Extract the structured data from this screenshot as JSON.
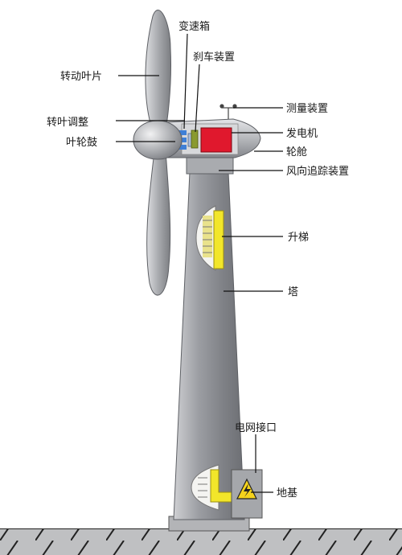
{
  "labels": {
    "rotating_blade": "转动叶片",
    "gearbox": "变速箱",
    "brake": "刹车装置",
    "blade_pitch": "转叶调整",
    "hub": "叶轮鼓",
    "measuring_device": "测量装置",
    "generator": "发电机",
    "nacelle": "轮舱",
    "yaw_system": "风向追踪装置",
    "ladder": "升梯",
    "tower": "塔",
    "grid_interface": "电网接口",
    "foundation": "地基"
  },
  "colors": {
    "generator": "#e0182d",
    "ladder": "#f2e62a",
    "gearbox": "#3f7fd6",
    "brake": "#8a9a30",
    "warning": "#f5d31c"
  },
  "icons": [
    "warning-triangle-icon",
    "lightning-bolt-icon",
    "anemometer-icon"
  ]
}
